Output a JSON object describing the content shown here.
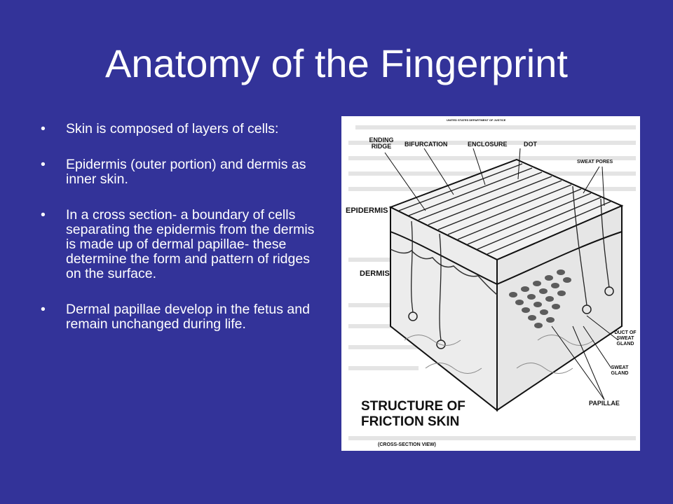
{
  "slide": {
    "title": "Anatomy of the Fingerprint",
    "bullet_char": "•",
    "bullets": [
      "Skin is composed of layers of cells:",
      "Epidermis (outer portion) and dermis as inner skin.",
      "In a cross section- a boundary of cells separating the epidermis from the dermis is made up of dermal papillae- these determine the form and pattern of ridges on the surface.",
      "Dermal papillae develop in the fetus and remain unchanged during life."
    ]
  },
  "figure": {
    "header": "UNITED STATES DEPARTMENT OF JUSTICE",
    "labels": {
      "ending_ridge": "ENDING RIDGE",
      "bifurcation": "BIFURCATION",
      "enclosure": "ENCLOSURE",
      "dot": "DOT",
      "sweat_pores": "SWEAT PORES",
      "epidermis": "EPIDERMIS",
      "dermis": "DERMIS",
      "duct_of_sweat_gland": "DUCT OF SWEAT GLAND",
      "sweat_gland": "SWEAT GLAND",
      "papillae": "PAPILLAE"
    },
    "caption": "STRUCTURE OF FRICTION SKIN",
    "subcaption": "(CROSS-SECTION VIEW)"
  }
}
